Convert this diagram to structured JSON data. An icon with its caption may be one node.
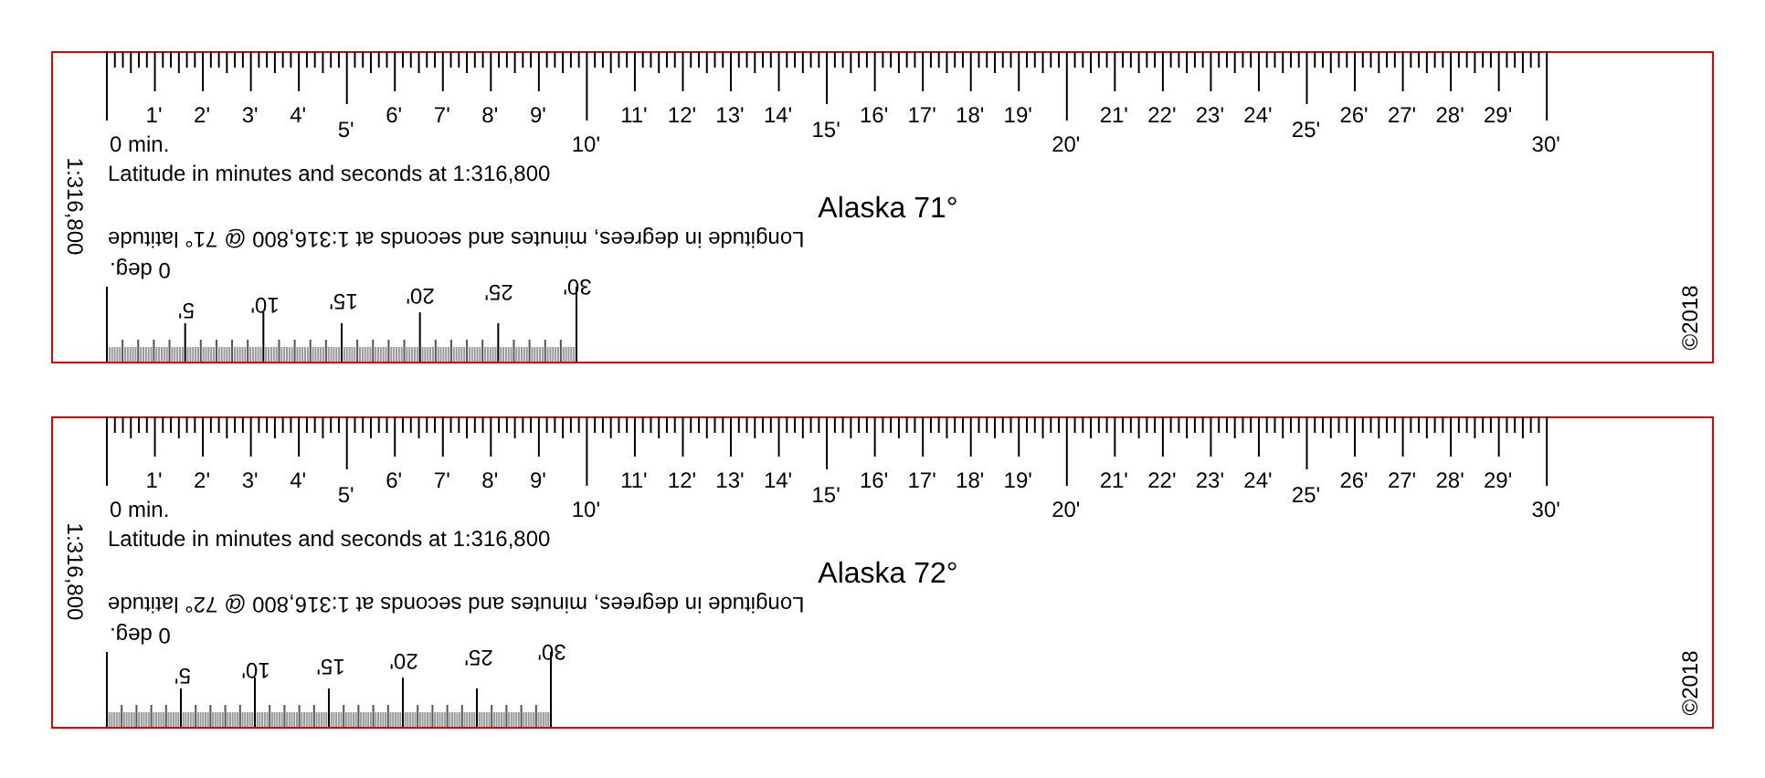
{
  "diagram": {
    "nodes": [
      {
        "text": [
          "0 min.",
          "1'",
          "2'",
          "3'",
          "4'",
          "5'",
          "6'",
          "7'",
          "8'",
          "9'",
          "10'",
          "11'",
          "12'",
          "13'",
          "14'",
          "15'",
          "16'",
          "17'",
          "18'",
          "19'",
          "20'",
          "21'",
          "22'",
          "23'",
          "24'",
          "25'",
          "26'",
          "27'",
          "28'",
          "29'",
          "30'",
          "1:316,800",
          "Latitude in minutes and seconds at 1:316,800",
          "Alaska 71°",
          "Longitude in degrees, minutes and seconds at 1:316,800 @ 71° latitude",
          "0 deg.",
          "5'",
          "10'",
          "15'",
          "20'",
          "25'",
          "30'",
          "©2018"
        ]
      },
      {
        "text": [
          "0 min.",
          "1'",
          "2'",
          "3'",
          "4'",
          "5'",
          "6'",
          "7'",
          "8'",
          "9'",
          "10'",
          "11'",
          "12'",
          "13'",
          "14'",
          "15'",
          "16'",
          "17'",
          "18'",
          "19'",
          "20'",
          "21'",
          "22'",
          "23'",
          "24'",
          "25'",
          "26'",
          "27'",
          "28'",
          "29'",
          "30'",
          "1:316,800",
          "Latitude in minutes and seconds at 1:316,800",
          "Alaska 72°",
          "Longitude in degrees, minutes and seconds at 1:316,800 @ 72° latitude",
          "0 deg.",
          "5'",
          "10'",
          "15'",
          "20'",
          "25'",
          "30'",
          "©2018"
        ]
      }
    ]
  }
}
